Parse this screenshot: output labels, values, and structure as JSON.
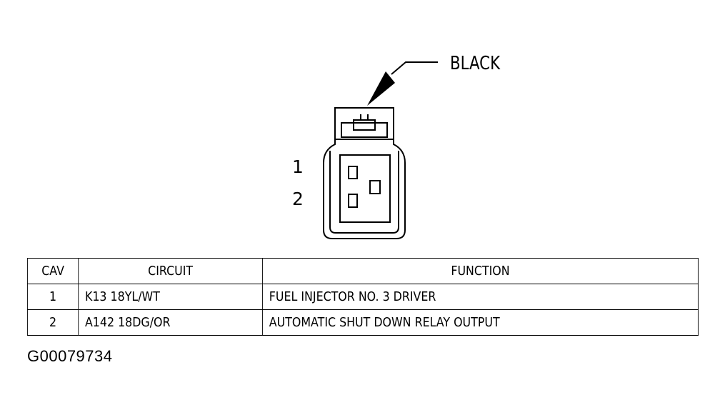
{
  "connector": {
    "color_label": "BLACK",
    "pin_labels": [
      "1",
      "2"
    ]
  },
  "table": {
    "headers": [
      "CAV",
      "CIRCUIT",
      "FUNCTION"
    ],
    "rows": [
      {
        "cav": "1",
        "circuit": "K13 18YL/WT",
        "function": "FUEL INJECTOR NO. 3 DRIVER"
      },
      {
        "cav": "2",
        "circuit": "A142 18DG/OR",
        "function": "AUTOMATIC SHUT DOWN RELAY OUTPUT"
      }
    ]
  },
  "figure_id": "G00079734"
}
